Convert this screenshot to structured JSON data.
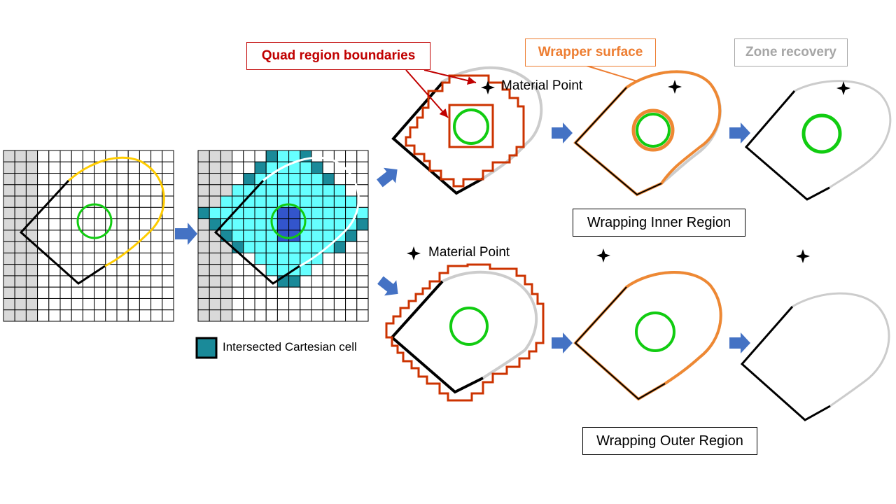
{
  "labels": {
    "quad_boundaries": "Quad region boundaries",
    "wrapper_surface": "Wrapper surface",
    "zone_recovery": "Zone recovery",
    "material_point_top": "Material Point",
    "material_point_bottom": "Material Point",
    "intersected_cell": "Intersected  Cartesian  cell",
    "wrapping_inner": "Wrapping Inner Region",
    "wrapping_outer": "Wrapping Outer Region"
  },
  "colors": {
    "grid_line": "#000000",
    "grid_gray": "#d9d9d9",
    "cell_teal": "#1a8a99",
    "cell_cyan": "#66ffff",
    "cell_blue": "#3355cc",
    "geometry_black": "#000000",
    "yellow_curve": "#ffcc00",
    "inner_circle": "#11cc11",
    "quad_boundary": "#cc3300",
    "wrapper_orange": "#ee8833",
    "recovered_gray": "#cccccc",
    "arrow_blue": "#4472c4",
    "title_red": "#c00000",
    "title_orange": "#ed7d31",
    "title_gray": "#a6a6a6"
  },
  "icons": [
    "arrow-right-icon",
    "arrow-diagonal-icon",
    "material-point-star-icon"
  ]
}
